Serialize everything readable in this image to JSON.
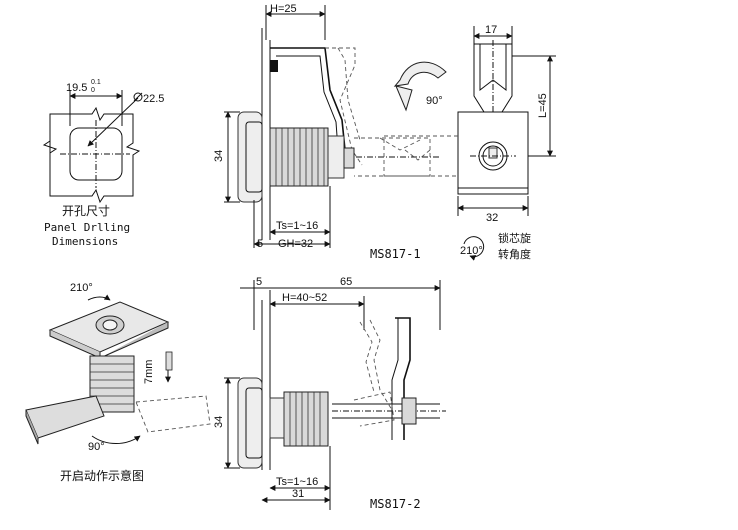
{
  "drilling": {
    "width_label": "19.5",
    "tolerance_sup": "0.1",
    "tolerance_sub": "0",
    "diameter_label": "22.5",
    "title_cn": "开孔尺寸",
    "title_en_1": "Panel Drllin​g",
    "title_en_2": "Dimensions"
  },
  "ms817_1": {
    "h_label": "H=25",
    "height_label": "34",
    "ts_label": "Ts=1~16",
    "five_label": "5",
    "gh_label": "GH=32",
    "model": "MS817-1"
  },
  "front_view": {
    "top_label": "17",
    "l_label": "L=45",
    "bottom_label": "32",
    "rotation_label": "90°"
  },
  "rotation_note": {
    "angle": "210°",
    "cn_line1": "锁芯旋",
    "cn_line2": "转角度"
  },
  "iso_view": {
    "angle_top": "210°",
    "angle_bottom": "90°",
    "seven_mm": "7mm",
    "title_cn": "开启动作示意图"
  },
  "ms817_2": {
    "five_label": "5",
    "sixty_five": "65",
    "h_label": "H=40~52",
    "height_label": "34",
    "ts_label": "Ts=1~16",
    "thirty_one": "31",
    "model": "MS817-2"
  }
}
